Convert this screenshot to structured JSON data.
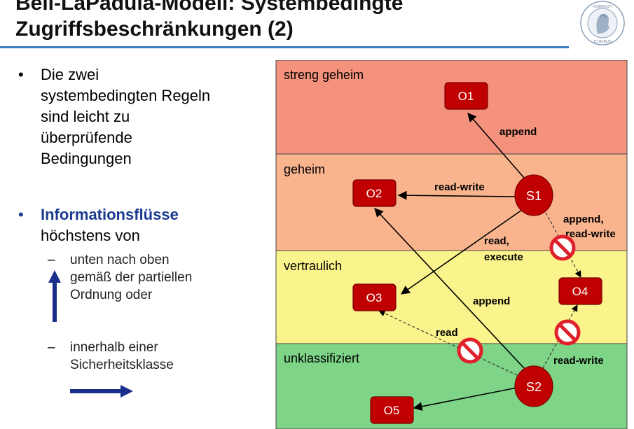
{
  "title": {
    "line1": "Bell-LaPadula-Modell: Systembedingte",
    "line2": "Zugriffsbeschränkungen (2)"
  },
  "logo": {
    "text_top": "HUMBOLDT",
    "text_bottom": "ZU BERLIN"
  },
  "bullets": {
    "bullet_char": "•",
    "dash_char": "–",
    "item1": [
      "Die zwei",
      "systembedingten Regeln",
      "sind leicht zu",
      "überprüfende",
      "Bedingungen"
    ],
    "item2_emph": "Informationsflüsse",
    "item2_rest": "höchstens von",
    "sub1": [
      "unten nach oben",
      "gemäß der partiellen",
      "Ordnung oder"
    ],
    "sub2": [
      "innerhalb einer",
      "Sicherheitsklasse"
    ]
  },
  "diagram": {
    "levels": [
      {
        "name": "streng geheim",
        "color": "#f4927d"
      },
      {
        "name": "geheim",
        "color": "#f9b48e"
      },
      {
        "name": "vertraulich",
        "color": "#fbf48c"
      },
      {
        "name": "unklassifiziert",
        "color": "#7ed487"
      }
    ],
    "objects": [
      "O1",
      "O2",
      "O3",
      "O4",
      "O5"
    ],
    "subjects": [
      "S1",
      "S2"
    ],
    "labels": {
      "append_top": "append",
      "read_write_s1": "read-write",
      "read_execute_1": "read,",
      "read_execute_2": "execute",
      "append_rw_1": "append,",
      "append_rw_2": "read-write",
      "append_s2": "append",
      "read_s2": "read",
      "read_write_s2": "read-write"
    },
    "colors": {
      "node_fill": "#c00000",
      "node_stroke": "#7a0000",
      "node_text": "#ffffff",
      "forbidden": "#e0202a"
    }
  }
}
